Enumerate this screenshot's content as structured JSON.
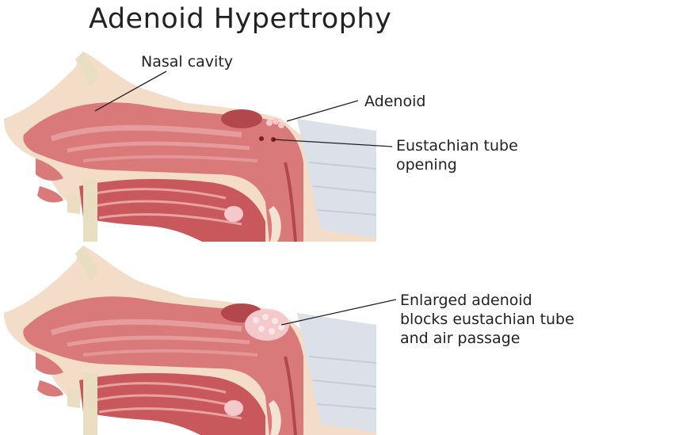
{
  "title": "Adenoid Hypertrophy",
  "labels": {
    "nasal_cavity": "Nasal cavity",
    "adenoid": "Adenoid",
    "eustachian_line1": "Eustachian tube",
    "eustachian_line2": "opening",
    "enlarged_line1": "Enlarged adenoid",
    "enlarged_line2": "blocks eustachian tube",
    "enlarged_line3": "and air passage"
  },
  "colors": {
    "skin": "#f3dcc8",
    "tissue": "#d9797a",
    "tissue_dark": "#b2484d",
    "mucosa": "#e8a2a2",
    "bone": "#e9ddc2",
    "spine": "#dce0e8",
    "adenoid": "#f3c9cb",
    "text": "#222222"
  }
}
